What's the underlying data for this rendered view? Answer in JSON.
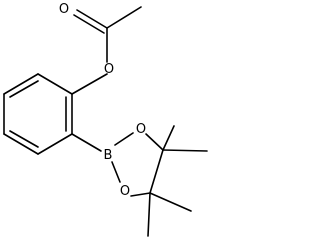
{
  "molecule": {
    "atoms": {
      "carbonyl_oxygen": "O",
      "ester_oxygen": "O",
      "boron": "B",
      "ring_oxygen_top": "O",
      "ring_oxygen_bottom": "O"
    }
  }
}
